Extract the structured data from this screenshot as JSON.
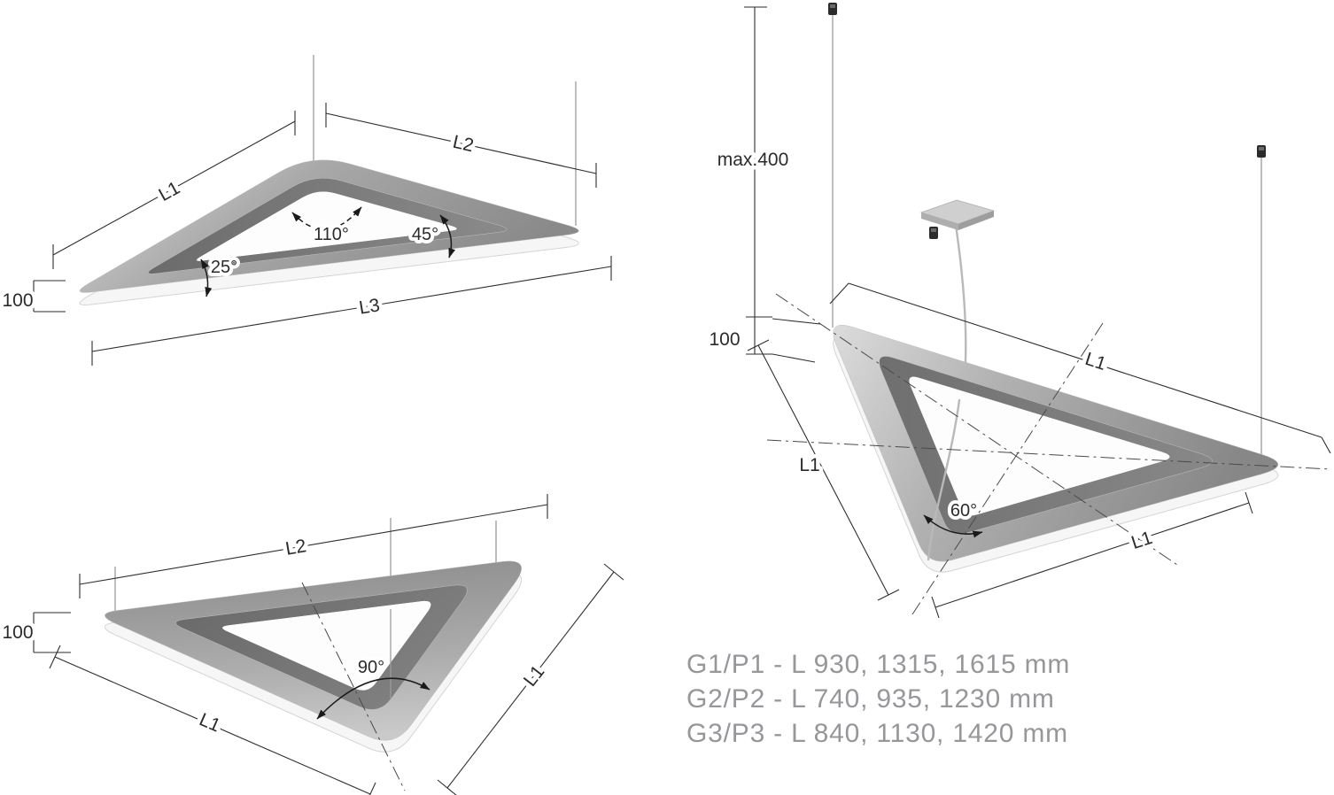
{
  "drawing": {
    "fig1": {
      "l1": "L1",
      "l2": "L2",
      "l3": "L3",
      "height": "100",
      "angle_top": "110°",
      "angle_right": "45°",
      "angle_left": "25°"
    },
    "fig2": {
      "l2": "L2",
      "l1_bottom": "L1",
      "l1_right": "L1",
      "height": "100",
      "angle": "90°"
    },
    "fig3": {
      "max_drop": "max.400",
      "height": "100",
      "l1_top": "L1",
      "l1_left": "L1",
      "l1_bottom": "L1",
      "angle": "60°"
    },
    "specs": {
      "line1": "G1/P1 - L 930, 1315, 1615 mm",
      "line2": "G2/P2 - L 740, 935, 1230 mm",
      "line3": "G3/P3 - L 840, 1130, 1420 mm"
    },
    "colors": {
      "dimension_line": "#2e2e2e",
      "label_text": "#2b2b2b",
      "specs_text": "#97979b",
      "band_light": "#dadada",
      "band_dark": "#8a8a8a",
      "inner_wall": "#6b6b6b",
      "glow_face": "#f6f6f6",
      "cable": "#9c9c9c"
    }
  }
}
